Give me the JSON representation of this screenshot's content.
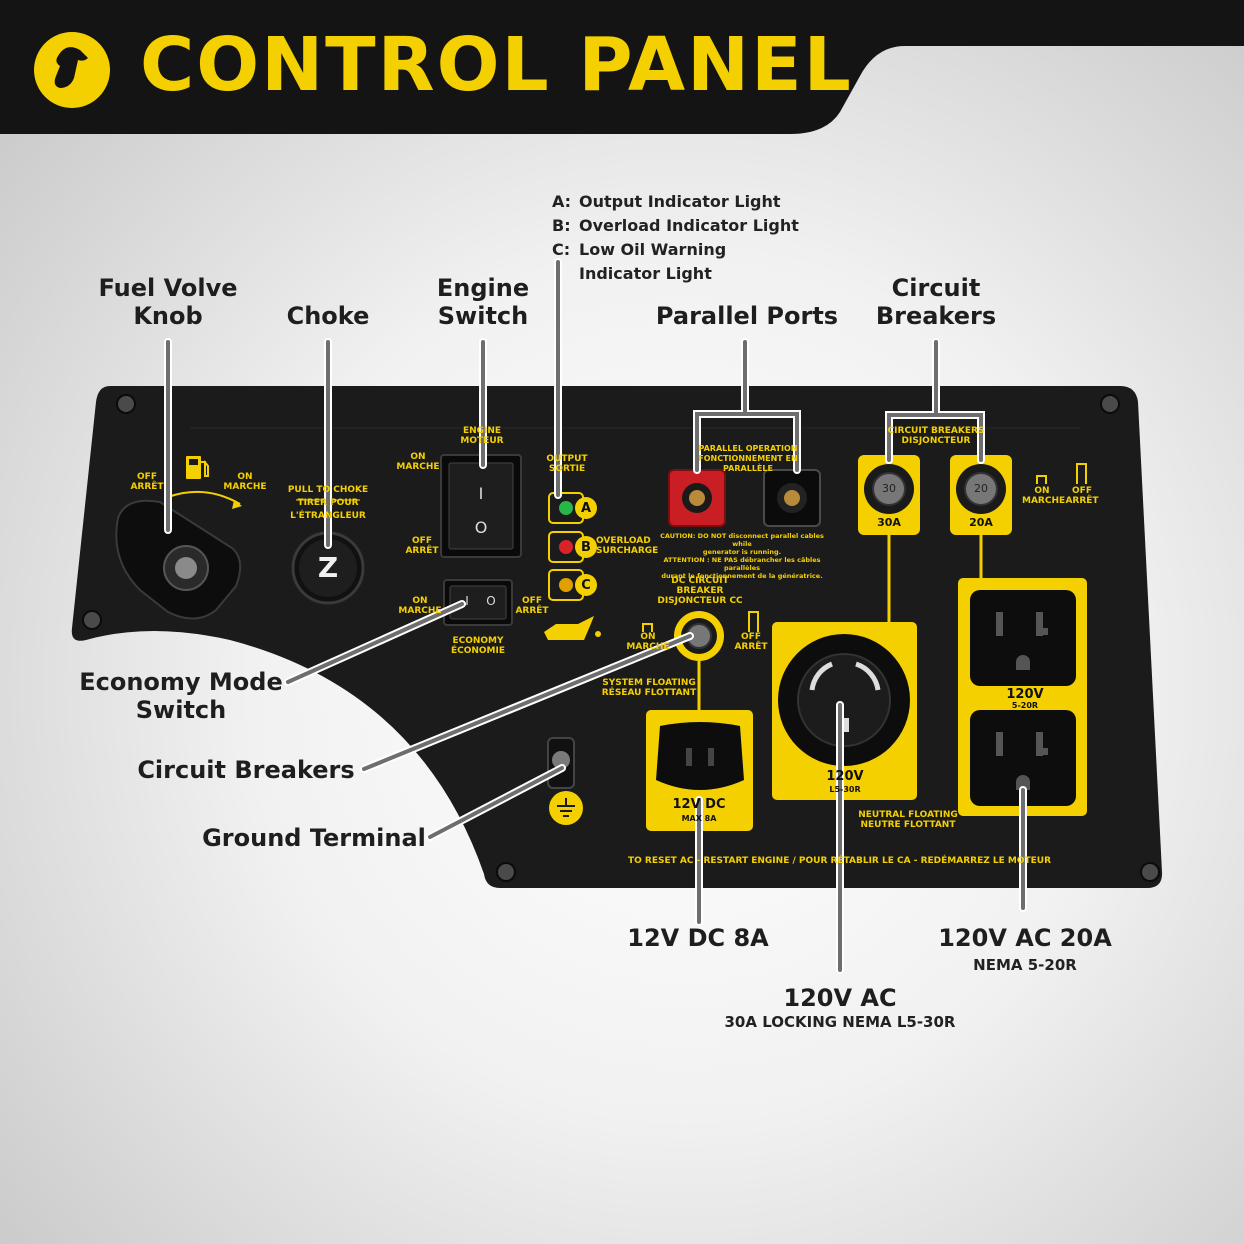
{
  "header": {
    "title": "CONTROL PANEL"
  },
  "callouts": {
    "fuel_valve": "Fuel Volve\nKnob",
    "choke": "Choke",
    "engine_switch": "Engine\nSwitch",
    "parallel_ports": "Parallel Ports",
    "circuit_breakers_top": "Circuit\nBreakers",
    "economy_mode": "Economy Mode\nSwitch",
    "circuit_breakers_left": "Circuit Breakers",
    "ground_terminal": "Ground Terminal",
    "dc_outlet": "12V DC 8A",
    "l530": "120V AC",
    "l530_sub": "30A LOCKING NEMA L5-30R",
    "nema520": "120V AC 20A",
    "nema520_sub": "NEMA 5-20R"
  },
  "legend": [
    {
      "key": "A:",
      "text": "Output Indicator Light"
    },
    {
      "key": "B:",
      "text": "Overload Indicator Light"
    },
    {
      "key": "C:",
      "text": "Low Oil Warning Indicator Light"
    }
  ],
  "panel": {
    "fuel_off": "OFF\nARRÊT",
    "fuel_on": "ON\nMARCHE",
    "pull_choke": "PULL TO CHOKE\nTIRER POUR L'ÉTRANGLEUR",
    "engine": "ENGINE\nMOTEUR",
    "engine_on": "ON\nMARCHE",
    "engine_off": "OFF\nARRÊT",
    "econ_on": "ON\nMARCHE",
    "econ_off": "OFF\nARRÊT",
    "economy": "ECONOMY\nÉCONOMIE",
    "output": "OUTPUT\nSORTIE",
    "overload": "OVERLOAD\nSURCHARGE",
    "ind_a": "A",
    "ind_b": "B",
    "ind_c": "C",
    "parallel_op": "PARALLEL OPERATION\nFONCTIONNEMENT EN PARALLÈLE",
    "caution": "CAUTION: DO NOT disconnect parallel cables while\ngenerator is running.\nATTENTION : NE PAS débrancher les câbles parallèles\ndurant le fonctionnement de la génératrice.",
    "cb_header": "CIRCUIT BREAKERS\nDISJONCTEUR",
    "cb30": "30A",
    "cb20": "20A",
    "cb_on": "ON\nMARCHE",
    "cb_off": "OFF\nARRÊT",
    "dc_cb": "DC CIRCUIT BREAKER\nDISJONCTEUR CC",
    "dc_on": "ON\nMARCHE",
    "dc_off": "OFF\nARRÊT",
    "sys_float": "SYSTEM FLOATING\nRÉSEAU FLOTTANT",
    "dc_label": "12V DC",
    "dc_sub": "MAX 8A",
    "l530_label": "120V",
    "l530_sub": "L5-30R",
    "nema_label": "120V",
    "nema_sub": "5-20R",
    "neutral": "NEUTRAL FLOATING\nNEUTRE FLOTTANT",
    "reset": "TO RESET AC - RESTART ENGINE  /  POUR RÉTABLIR LE CA - REDÉMARREZ LE MOTEUR",
    "choke_glyph": "Z",
    "rocker_on": "I",
    "rocker_off": "O",
    "cb30_btn": "30",
    "cb20_btn": "20"
  },
  "colors": {
    "accent": "#f5d000",
    "panel": "#1b1b1b",
    "header": "#141414"
  }
}
